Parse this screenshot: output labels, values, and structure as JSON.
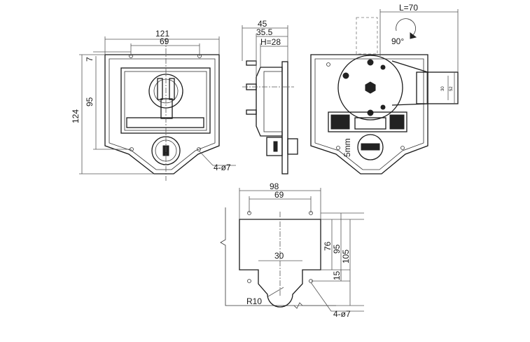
{
  "front_view": {
    "dim_overall_width": "121",
    "dim_hole_spacing": "69",
    "dim_overall_height": "124",
    "dim_hole_height": "95",
    "dim_top_offset": "7",
    "hole_callout": "4-ø7"
  },
  "side_view": {
    "dim_depth": "45",
    "dim_body": "35.5",
    "dim_h": "H=28"
  },
  "rear_view": {
    "dim_cam_length": "L=70",
    "rotation": "90°",
    "dim_cam_30": "30",
    "dim_cam_52": "52",
    "dim_5mm": "5mm"
  },
  "cutout_view": {
    "dim_98": "98",
    "dim_69": "69",
    "dim_76": "76",
    "dim_95": "95",
    "dim_105": "105",
    "dim_30": "30",
    "dim_15": "15",
    "radius": "R10",
    "hole_callout": "4-ø7"
  }
}
